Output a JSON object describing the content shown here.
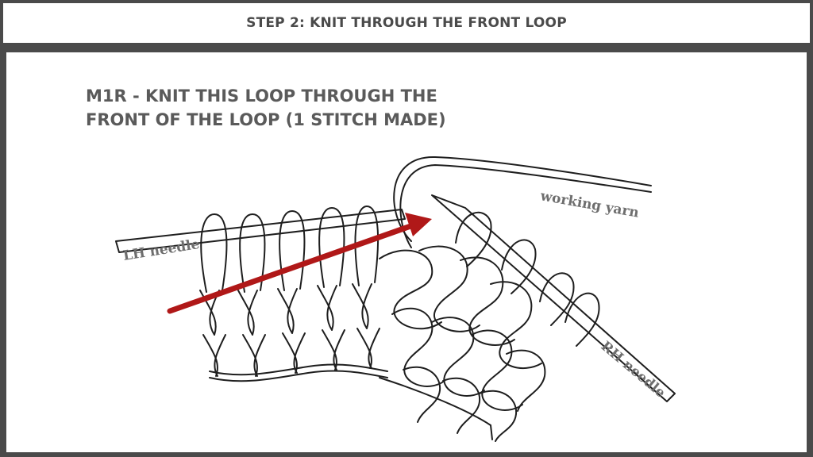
{
  "header": {
    "title": "STEP 2: KNIT THROUGH THE FRONT LOOP"
  },
  "diagram": {
    "caption_line1": "M1R - KNIT THIS LOOP THROUGH THE",
    "caption_line2": "FRONT OF THE LOOP (1 STITCH MADE)",
    "labels": {
      "working_yarn": "working yarn",
      "lh_needle": "LH needle",
      "rh_needle": "RH needle"
    },
    "colors": {
      "arrow": "#b01818",
      "ink": "#1e1e1e",
      "frame": "#4a4a4a"
    }
  }
}
